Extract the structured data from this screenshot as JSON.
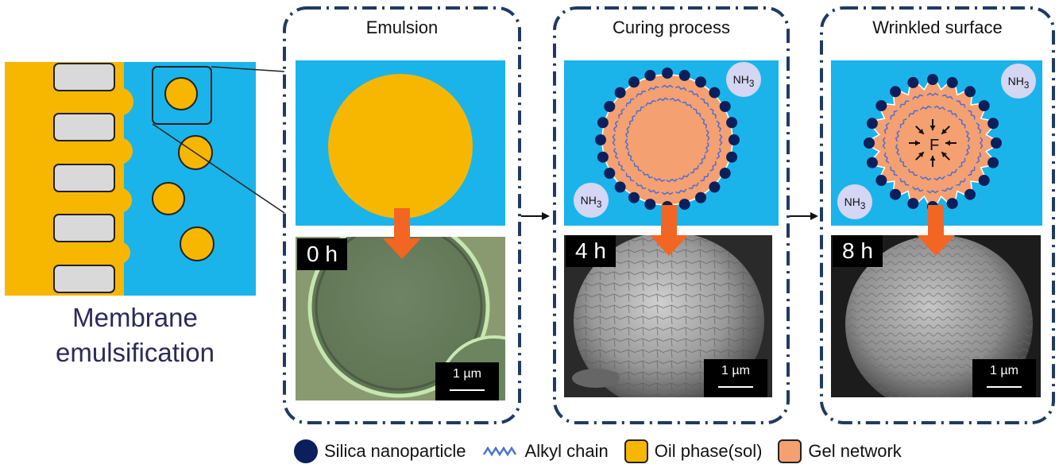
{
  "left_panel": {
    "label_line1": "Membrane",
    "label_line2": "emulsification"
  },
  "stages": [
    {
      "title": "Emulsion",
      "time": "0 h",
      "scale": "1 µm"
    },
    {
      "title": "Curing process",
      "time": "4 h",
      "scale": "1 µm",
      "gas_label": "NH3"
    },
    {
      "title": "Wrinkled surface",
      "time": "8 h",
      "scale": "1 µm",
      "gas_label": "NH3",
      "force_label": "F"
    }
  ],
  "legend": [
    {
      "label": "Silica nanoparticle",
      "icon": "circle",
      "color": "#0b1f5c"
    },
    {
      "label": "Alkyl chain",
      "icon": "zigzag",
      "color": "#4a6ed8"
    },
    {
      "label": "Oil phase(sol)",
      "icon": "square",
      "color": "#f7b700"
    },
    {
      "label": "Gel network",
      "icon": "square",
      "color": "#f5a070"
    }
  ],
  "colors": {
    "aqueous": "#1ab4eb",
    "oil": "#f7b700",
    "gel": "#f5a070",
    "particle": "#0b1f5c",
    "arrow": "#f26522",
    "frame": "#1f3b63"
  }
}
